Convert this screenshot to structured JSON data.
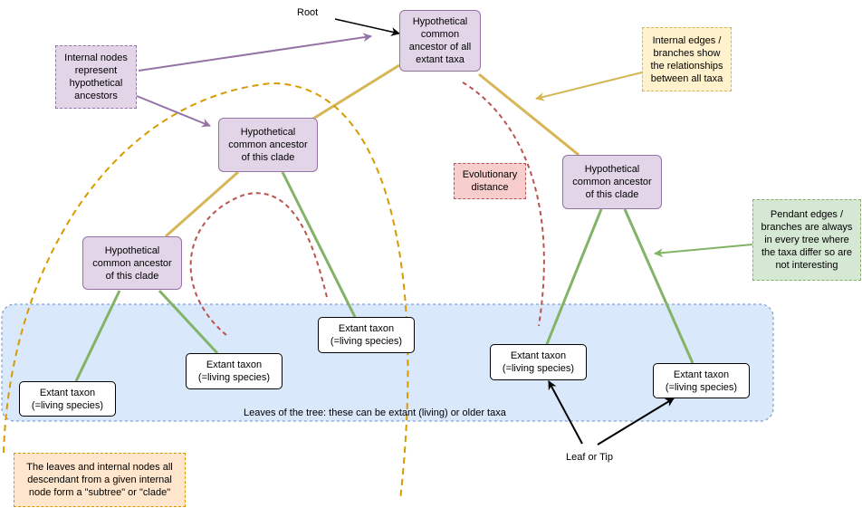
{
  "nodes": {
    "root": "Hypothetical\ncommon\nancestor of all\nextant taxa",
    "clade_left": "Hypothetical\ncommon ancestor\nof this clade",
    "clade_left_lower": "Hypothetical\ncommon ancestor\nof this clade",
    "clade_right": "Hypothetical\ncommon ancestor\nof this clade"
  },
  "leaves": [
    "Extant taxon\n(=living species)",
    "Extant taxon\n(=living species)",
    "Extant taxon\n(=living species)",
    "Extant taxon\n(=living species)",
    "Extant taxon\n(=living species)"
  ],
  "annotations": {
    "root_label": "Root",
    "internal_nodes": "Internal nodes\nrepresent\nhypothetical\nancestors",
    "internal_edges": "Internal edges /\nbranches show\nthe relationships\nbetween all taxa",
    "evolutionary_distance": "Evolutionary\ndistance",
    "pendant_edges": "Pendant edges /\nbranches are always\nin every tree where\nthe taxa differ so are\nnot interesting",
    "subtree": "The leaves and internal nodes all\ndescendant from a given internal\nnode form a \"subtree\" or \"clade\"",
    "leaf_or_tip": "Leaf or Tip",
    "leaves_caption": "Leaves of the tree: these can be extant (living) or older taxa"
  },
  "colors": {
    "node_fill": "#e1d5e7",
    "node_stroke": "#9673a6",
    "internal_edge": "#d6b656",
    "pendant_edge": "#82b366",
    "leaves_area_fill": "#dae8fc",
    "leaves_area_stroke": "#6c8ebf",
    "subtree_curve": "#d79b00",
    "distance_curve": "#b85450",
    "note_internal_edges_fill": "#fff2cc",
    "note_distance_fill": "#f8cecc",
    "note_pendant_fill": "#d5e8d4",
    "note_subtree_fill": "#ffe6cc",
    "note_internal_nodes_fill": "#e1d5e7"
  }
}
